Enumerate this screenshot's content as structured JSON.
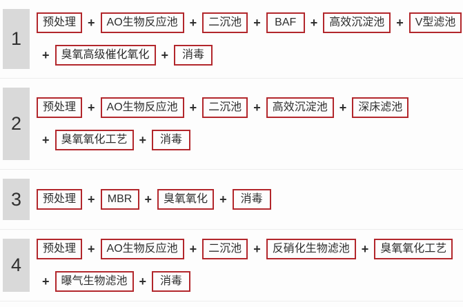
{
  "palette": {
    "background": "#fdfdfd",
    "box_border_red": "#b2262b",
    "box_text": "#2d2d2d",
    "number_badge_bg": "#d9d9d9",
    "number_text": "#303030",
    "divider": "#ededed"
  },
  "plus_sign": "+",
  "rows": [
    {
      "number": "1",
      "lines": [
        {
          "continues": false,
          "boxes": [
            "预处理",
            "AO生物反应池",
            "二沉池",
            "BAF",
            "高效沉淀池",
            "V型滤池"
          ]
        },
        {
          "continues": true,
          "boxes": [
            "臭氧高级催化氧化",
            "消毒"
          ]
        }
      ]
    },
    {
      "number": "2",
      "lines": [
        {
          "continues": false,
          "boxes": [
            "预处理",
            "AO生物反应池",
            "二沉池",
            "高效沉淀池",
            "深床滤池"
          ]
        },
        {
          "continues": true,
          "boxes": [
            "臭氧氧化工艺",
            "消毒"
          ]
        }
      ]
    },
    {
      "number": "3",
      "lines": [
        {
          "continues": false,
          "boxes": [
            "预处理",
            "MBR",
            "臭氧氧化",
            "消毒"
          ]
        }
      ]
    },
    {
      "number": "4",
      "lines": [
        {
          "continues": false,
          "boxes": [
            "预处理",
            "AO生物反应池",
            "二沉池",
            "反硝化生物滤池",
            "臭氧氧化工艺"
          ]
        },
        {
          "continues": true,
          "boxes": [
            "曝气生物滤池",
            "消毒"
          ]
        }
      ]
    }
  ]
}
